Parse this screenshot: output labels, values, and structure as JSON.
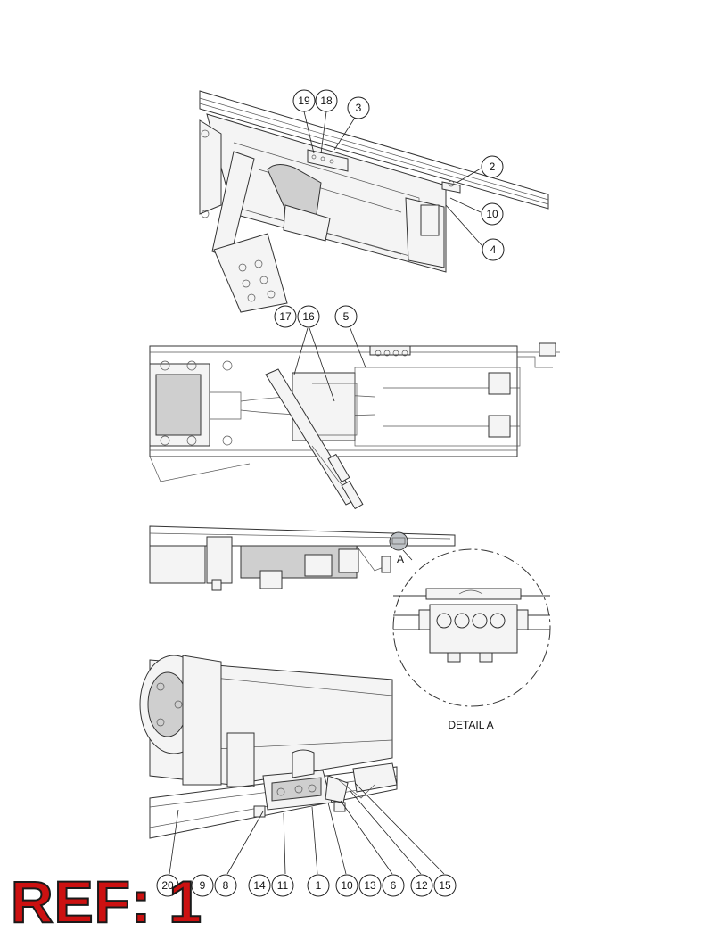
{
  "callouts": {
    "view1": [
      "19",
      "18",
      "3",
      "2",
      "10",
      "4"
    ],
    "view2": [
      "17",
      "16",
      "5"
    ],
    "view3": [
      "A"
    ],
    "view4": [
      "20",
      "9",
      "8",
      "14",
      "11",
      "1",
      "10",
      "13",
      "6",
      "12",
      "15"
    ]
  },
  "detail_label": "DETAIL A",
  "ref_label": "REF: 1"
}
